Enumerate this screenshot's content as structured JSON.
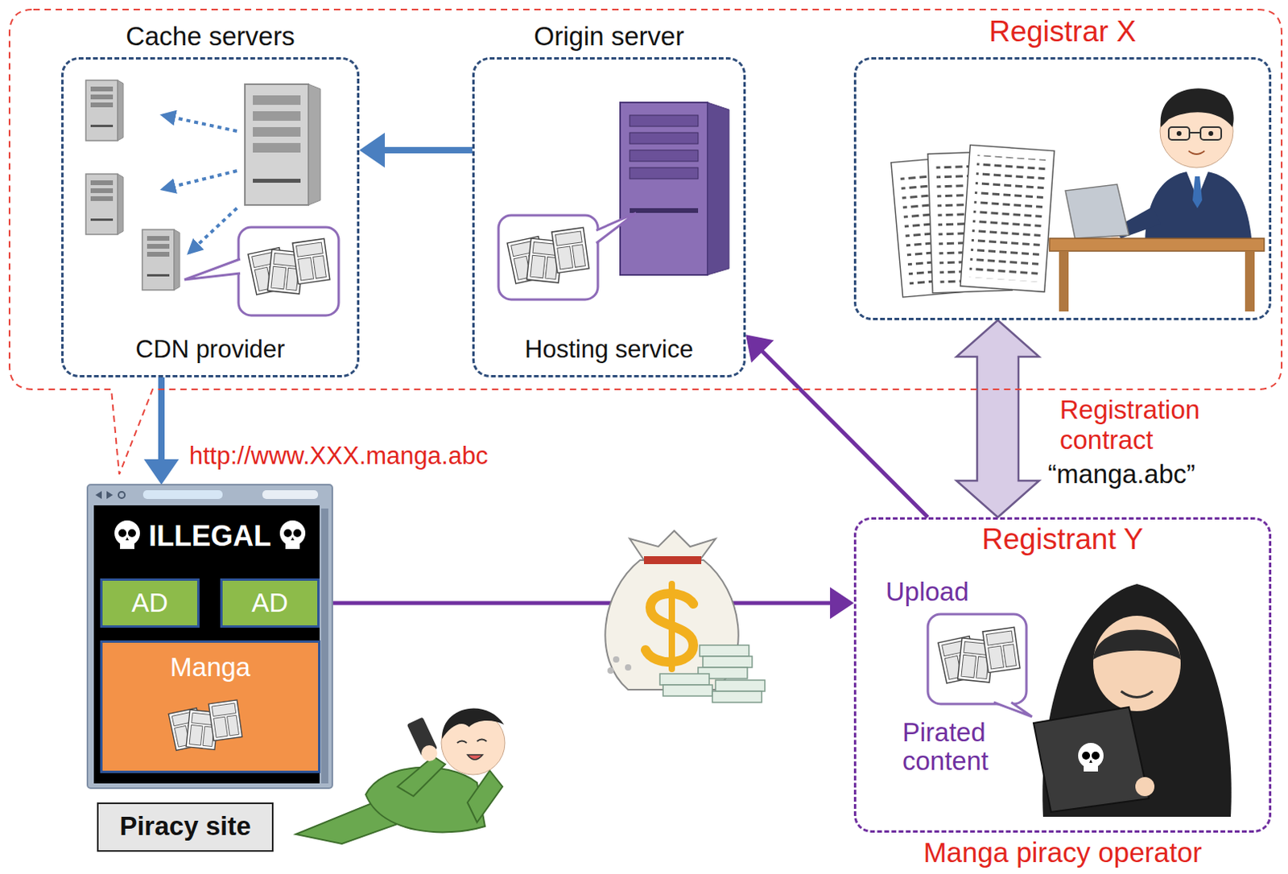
{
  "diagram": {
    "nodes": [
      {
        "text": [
          "Cache servers",
          "CDN provider"
        ]
      },
      {
        "text": [
          "Origin server",
          "Hosting service"
        ]
      },
      {
        "text": [
          "Registrar X"
        ]
      },
      {
        "text": [
          "ILLEGAL",
          "Piracy site"
        ]
      },
      {
        "text": [
          "AD"
        ],
        "in": 3
      },
      {
        "text": [
          "AD"
        ],
        "in": 3
      },
      {
        "text": [
          "Manga"
        ],
        "in": 3
      },
      {
        "text": [
          "Registrant Y",
          "Pirated content",
          "Manga piracy operator"
        ]
      }
    ],
    "edges": [
      {
        "from": 1,
        "to": 0,
        "arrow": "to"
      },
      {
        "from": 0,
        "to": 3,
        "arrow": "to",
        "label": "http://www.XXX.manga.abc"
      },
      {
        "from": 2,
        "to": 7,
        "arrow": "both",
        "label": "Registration contract"
      },
      {
        "from": 5,
        "to": 7,
        "arrow": "to"
      },
      {
        "from": 7,
        "to": 1,
        "arrow": "to",
        "label": "Upload"
      }
    ],
    "labels": [
      "“manga.abc”"
    ]
  }
}
